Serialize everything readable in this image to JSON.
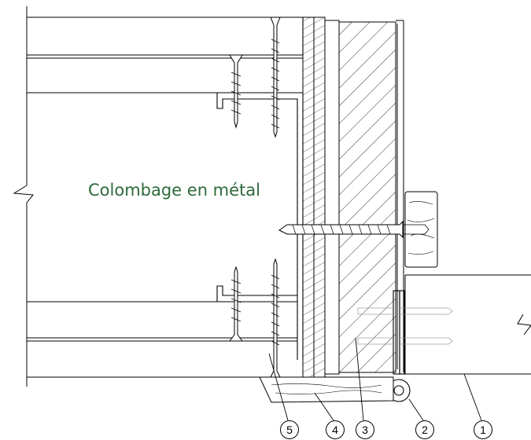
{
  "diagram": {
    "main_label": "Colombage en métal",
    "colors": {
      "line": "#000000",
      "label": "#2e6a3a",
      "background": "#ffffff"
    },
    "callouts": [
      {
        "id": "5",
        "label": "5"
      },
      {
        "id": "4",
        "label": "4"
      },
      {
        "id": "3",
        "label": "3"
      },
      {
        "id": "2",
        "label": "2"
      },
      {
        "id": "1",
        "label": "1"
      }
    ]
  }
}
